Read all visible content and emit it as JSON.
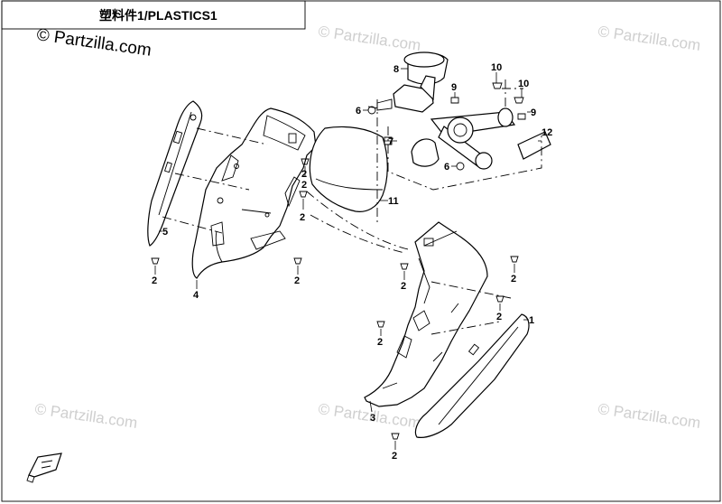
{
  "header": {
    "title": "塑料件1/PLASTICS1"
  },
  "watermark": {
    "main": "© Partzilla.com",
    "faint": "© Partzilla.com"
  },
  "callouts": [
    {
      "id": "c-1",
      "text": "1"
    },
    {
      "id": "c-2a",
      "text": "2"
    },
    {
      "id": "c-2b",
      "text": "2"
    },
    {
      "id": "c-2c",
      "text": "2"
    },
    {
      "id": "c-2d",
      "text": "2"
    },
    {
      "id": "c-2e",
      "text": "2"
    },
    {
      "id": "c-2f",
      "text": "2"
    },
    {
      "id": "c-2g",
      "text": "2"
    },
    {
      "id": "c-2h",
      "text": "2"
    },
    {
      "id": "c-2i",
      "text": "2"
    },
    {
      "id": "c-2j",
      "text": "2"
    },
    {
      "id": "c-3",
      "text": "3"
    },
    {
      "id": "c-4",
      "text": "4"
    },
    {
      "id": "c-5",
      "text": "5"
    },
    {
      "id": "c-6a",
      "text": "6"
    },
    {
      "id": "c-6b",
      "text": "6"
    },
    {
      "id": "c-7",
      "text": "7"
    },
    {
      "id": "c-8",
      "text": "8"
    },
    {
      "id": "c-9a",
      "text": "9"
    },
    {
      "id": "c-9b",
      "text": "9"
    },
    {
      "id": "c-10a",
      "text": "10"
    },
    {
      "id": "c-10b",
      "text": "10"
    },
    {
      "id": "c-11",
      "text": "11"
    },
    {
      "id": "c-12",
      "text": "12"
    }
  ],
  "colors": {
    "line": "#000000",
    "watermark": "#cfcfcf",
    "background": "#ffffff"
  }
}
